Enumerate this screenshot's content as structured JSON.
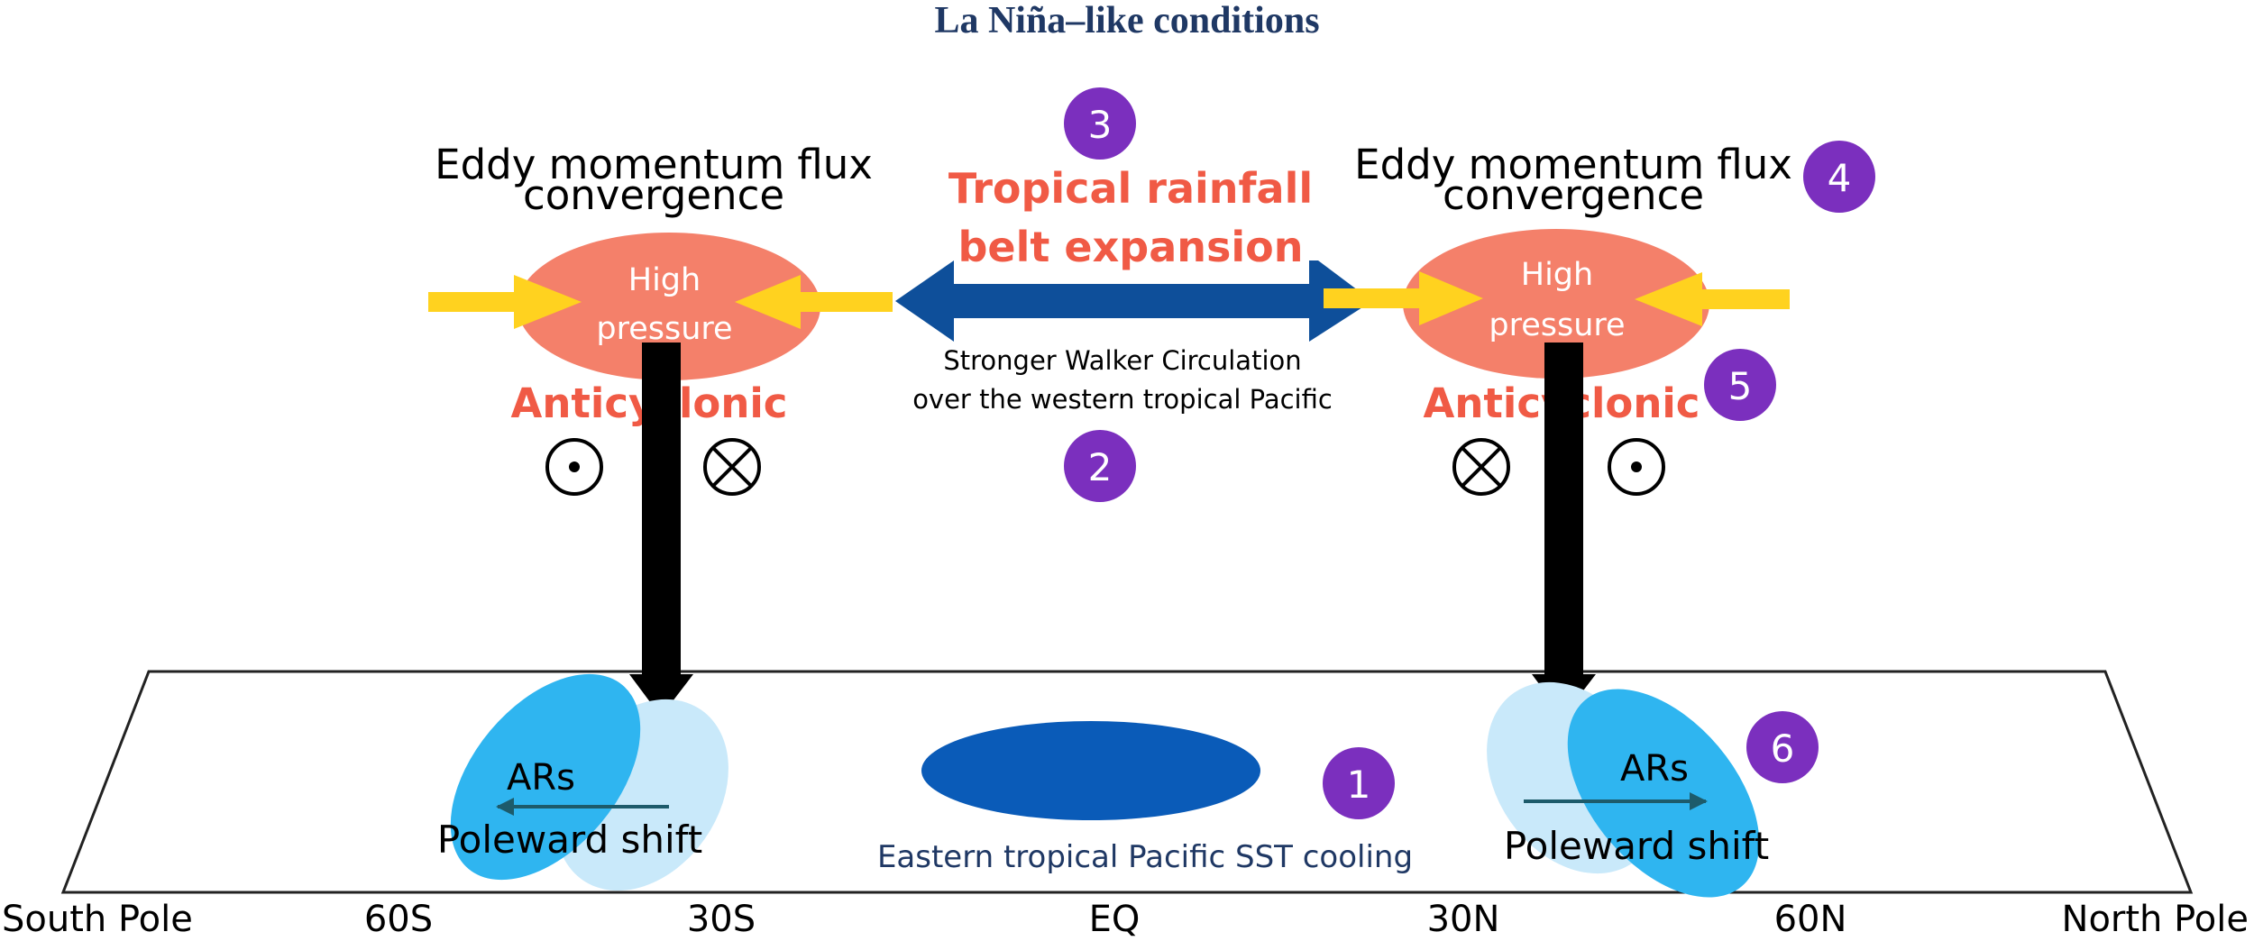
{
  "title": "La Niña–like conditions",
  "left_cell": {
    "heading_line1": "Eddy momentum flux",
    "heading_line2": "convergence",
    "pressure_line1": "High",
    "pressure_line2": "pressure",
    "circulation": "Anticyclonic"
  },
  "right_cell": {
    "heading_line1": "Eddy momentum flux",
    "heading_line2": "convergence",
    "pressure_line1": "High",
    "pressure_line2": "pressure",
    "circulation": "Anticyclonic"
  },
  "center": {
    "rainfall_line1": "Tropical rainfall",
    "rainfall_line2": "belt expansion",
    "walker_line1": "Stronger Walker Circulation",
    "walker_line2": "over the western tropical Pacific",
    "sst_label": "Eastern tropical Pacific SST cooling"
  },
  "ars": {
    "left_label": "ARs",
    "left_shift": "Poleward shift",
    "right_label": "ARs",
    "right_shift": "Poleward shift"
  },
  "steps": [
    "1",
    "2",
    "3",
    "4",
    "5",
    "6"
  ],
  "latitudes": [
    "South Pole",
    "60S",
    "30S",
    "EQ",
    "30N",
    "60N",
    "North Pole"
  ],
  "colors": {
    "title": "#1f3864",
    "high_pressure": "#f4806a",
    "accent_text": "#f05a45",
    "convergence_arrow": "#ffd21f",
    "expansion_arrow": "#0e4f9a",
    "sst_cooling": "#0a5bb8",
    "ars_dark": "#2fb5f0",
    "ars_light": "#c9e9fa",
    "step_badge": "#7b2fbe"
  }
}
